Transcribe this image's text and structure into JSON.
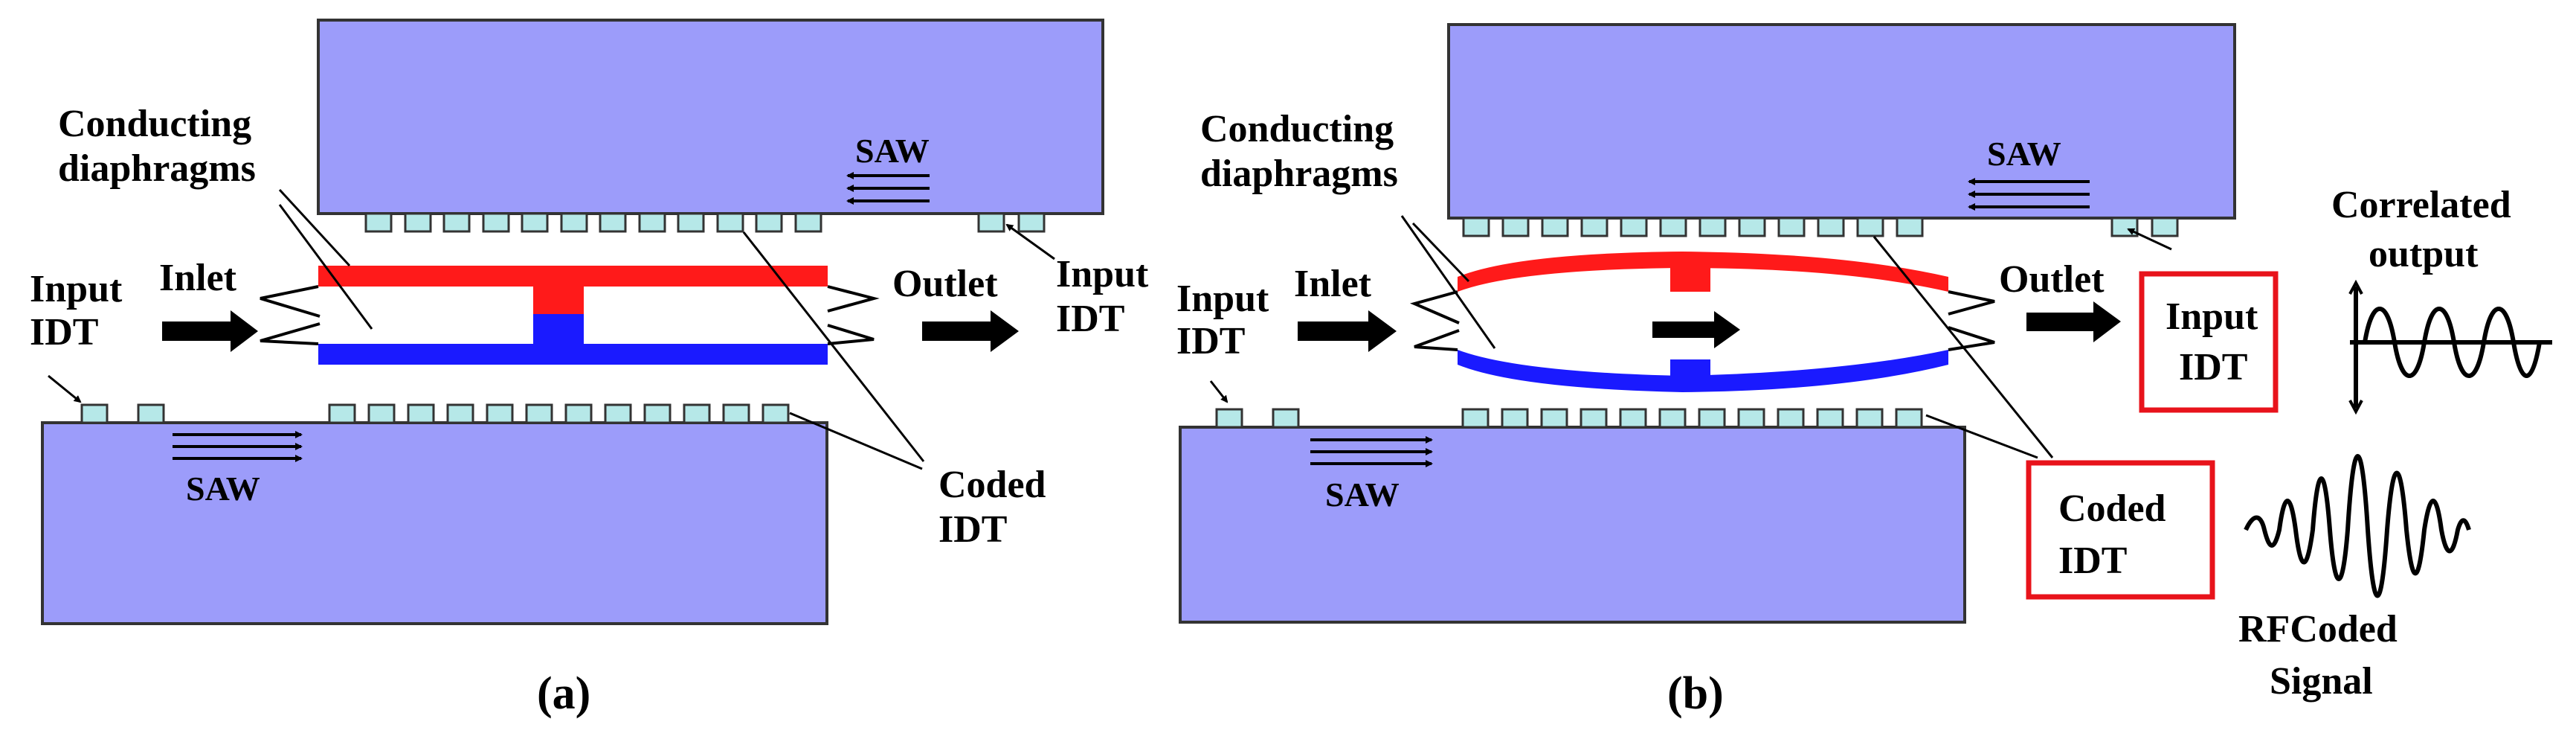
{
  "colors": {
    "substrate": "#9c9cfa",
    "substrate_border": "#333333",
    "electrode": "#b6e8e8",
    "top_diaphragm": "#ff1a1a",
    "bottom_diaphragm": "#1a1aff",
    "highlight_box": "#e8131b"
  },
  "panel_a": {
    "caption": "(a)",
    "conducting_diaphragms_line1": "Conducting",
    "conducting_diaphragms_line2": "diaphragms",
    "saw_top": "SAW",
    "saw_bottom": "SAW",
    "inlet": "Inlet",
    "outlet": "Outlet",
    "input_idt_left_line1": "Input",
    "input_idt_left_line2": "IDT",
    "input_idt_right_line1": "Input",
    "input_idt_right_line2": "IDT",
    "coded_idt_line1": "Coded",
    "coded_idt_line2": "IDT"
  },
  "panel_b": {
    "caption": "(b)",
    "conducting_diaphragms_line1": "Conducting",
    "conducting_diaphragms_line2": "diaphragms",
    "saw_top": "SAW",
    "saw_bottom": "SAW",
    "inlet": "Inlet",
    "outlet": "Outlet",
    "input_idt_left_line1": "Input",
    "input_idt_left_line2": "IDT",
    "input_idt_box_line1": "Input",
    "input_idt_box_line2": "IDT",
    "coded_idt_box_line1": "Coded",
    "coded_idt_box_line2": "IDT",
    "correlated_output_line1": "Correlated",
    "correlated_output_line2": "output",
    "rf_coded_signal_line1": "RFCoded",
    "rf_coded_signal_line2": "Signal"
  }
}
